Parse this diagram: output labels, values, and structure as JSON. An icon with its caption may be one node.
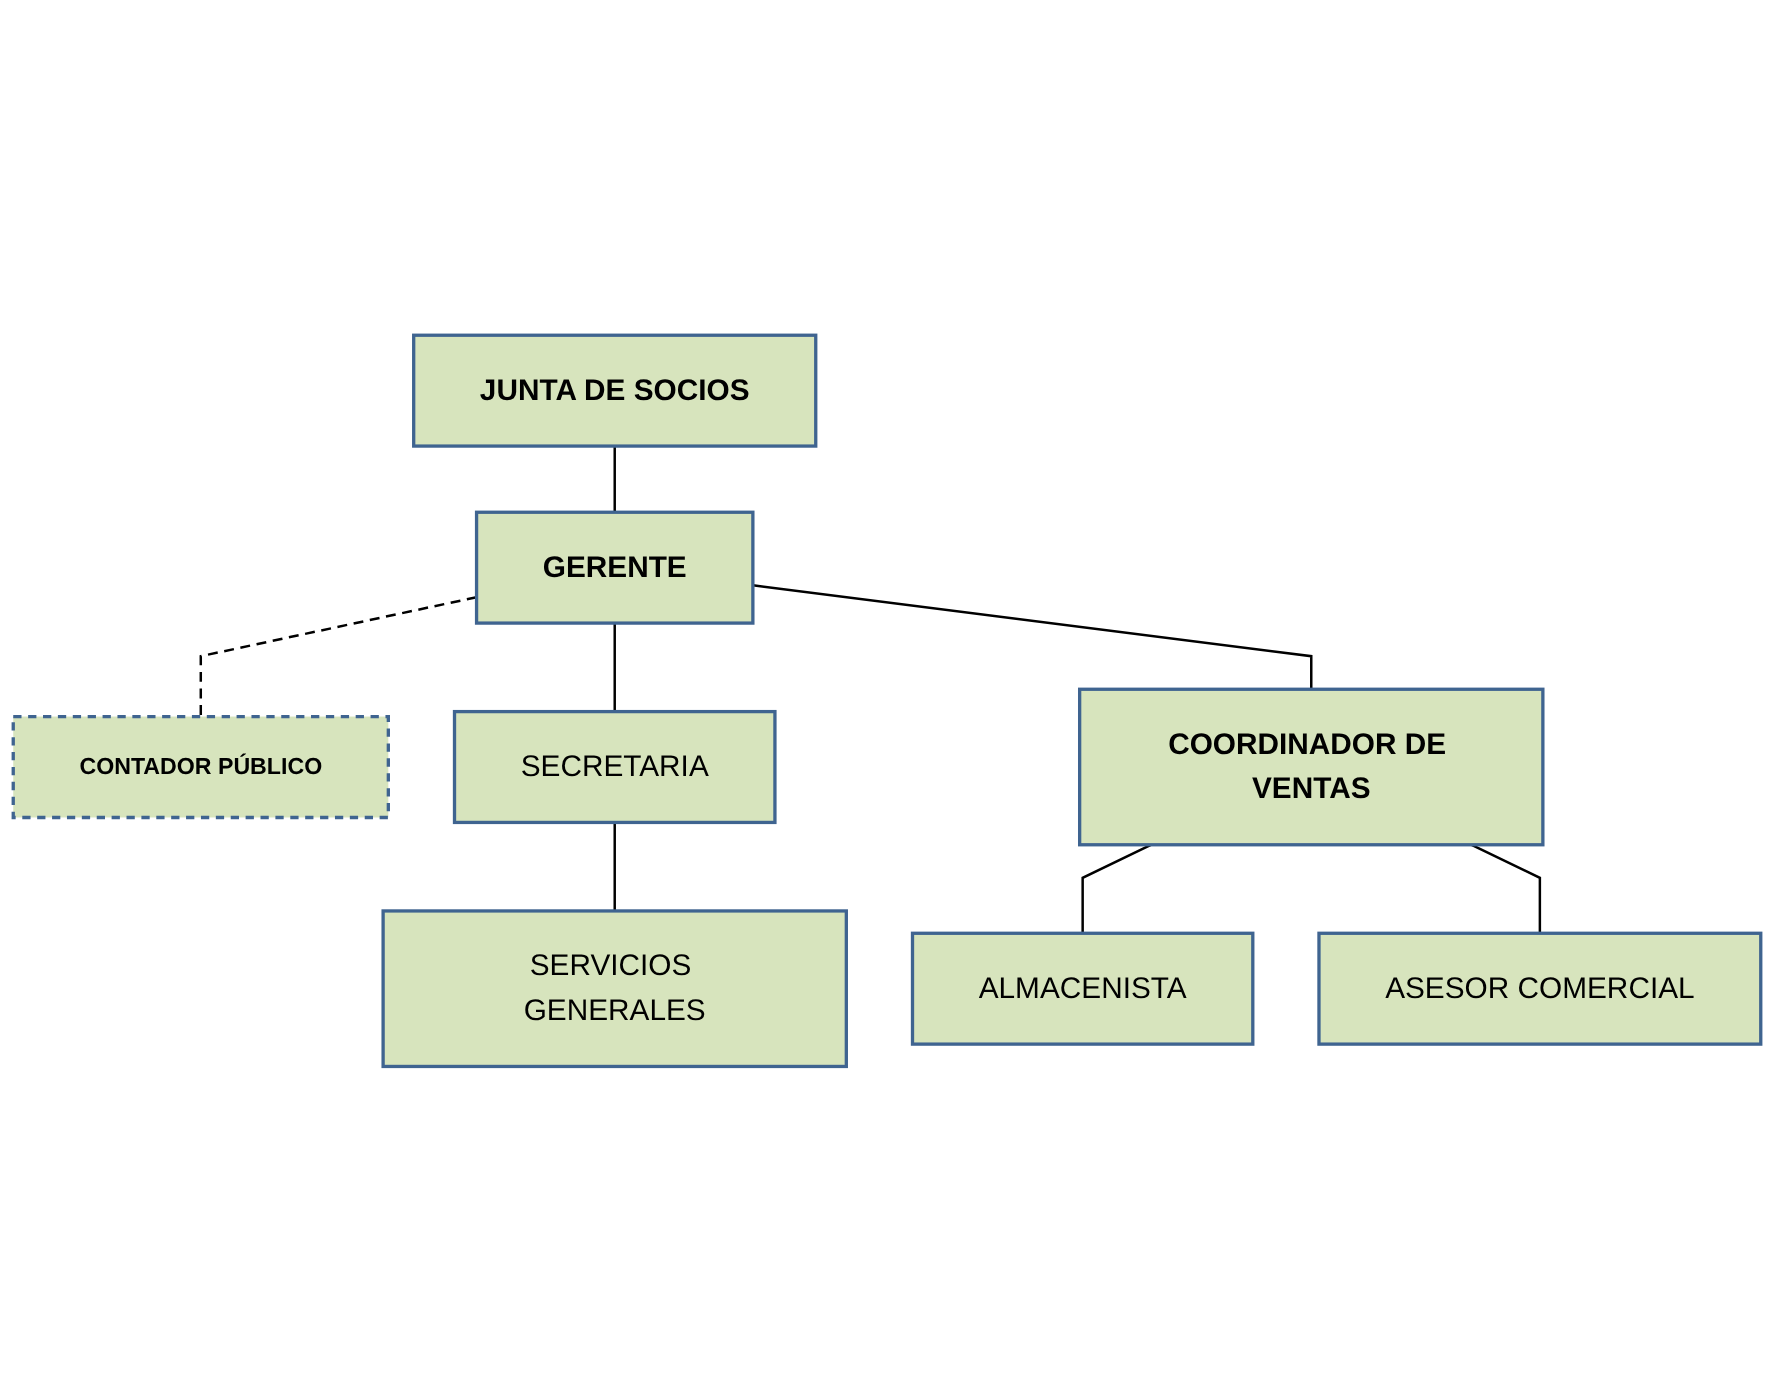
{
  "diagram": {
    "nodes": [
      {
        "text": [
          "JUNTA DE SOCIOS"
        ]
      },
      {
        "text": [
          "GERENTE"
        ]
      },
      {
        "text": [
          "CONTADOR PÚBLICO"
        ]
      },
      {
        "text": [
          "SECRETARIA"
        ]
      },
      {
        "text": [
          "SERVICIOS GENERALES"
        ]
      },
      {
        "text": [
          "COORDINADOR DE VENTAS"
        ]
      },
      {
        "text": [
          "ALMACENISTA"
        ]
      },
      {
        "text": [
          "ASESOR COMERCIAL"
        ]
      }
    ],
    "edges": [
      {
        "from": 0,
        "to": 1,
        "arrow": "none"
      },
      {
        "from": 1,
        "to": 2,
        "arrow": "none",
        "style": "dashed"
      },
      {
        "from": 1,
        "to": 3,
        "arrow": "none"
      },
      {
        "from": 3,
        "to": 4,
        "arrow": "none"
      },
      {
        "from": 1,
        "to": 5,
        "arrow": "none"
      },
      {
        "from": 5,
        "to": 6,
        "arrow": "none"
      },
      {
        "from": 5,
        "to": 7,
        "arrow": "none"
      }
    ]
  }
}
